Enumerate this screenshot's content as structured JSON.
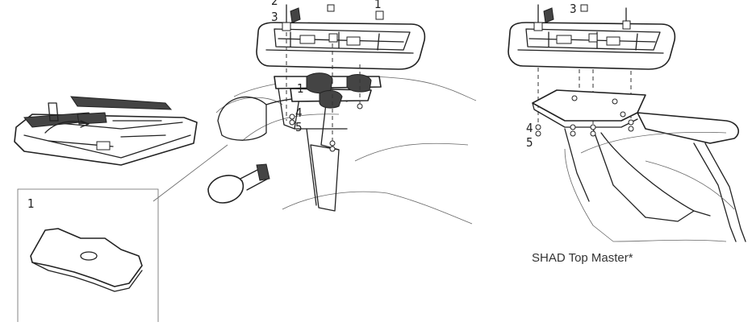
{
  "caption": "SHAD Top Master*",
  "inset": {
    "part_label": "1"
  },
  "main_view": {
    "labels": [
      "2",
      "3",
      "1",
      "1",
      "4",
      "5"
    ]
  },
  "right_view": {
    "labels": [
      "3",
      "4",
      "5"
    ]
  }
}
